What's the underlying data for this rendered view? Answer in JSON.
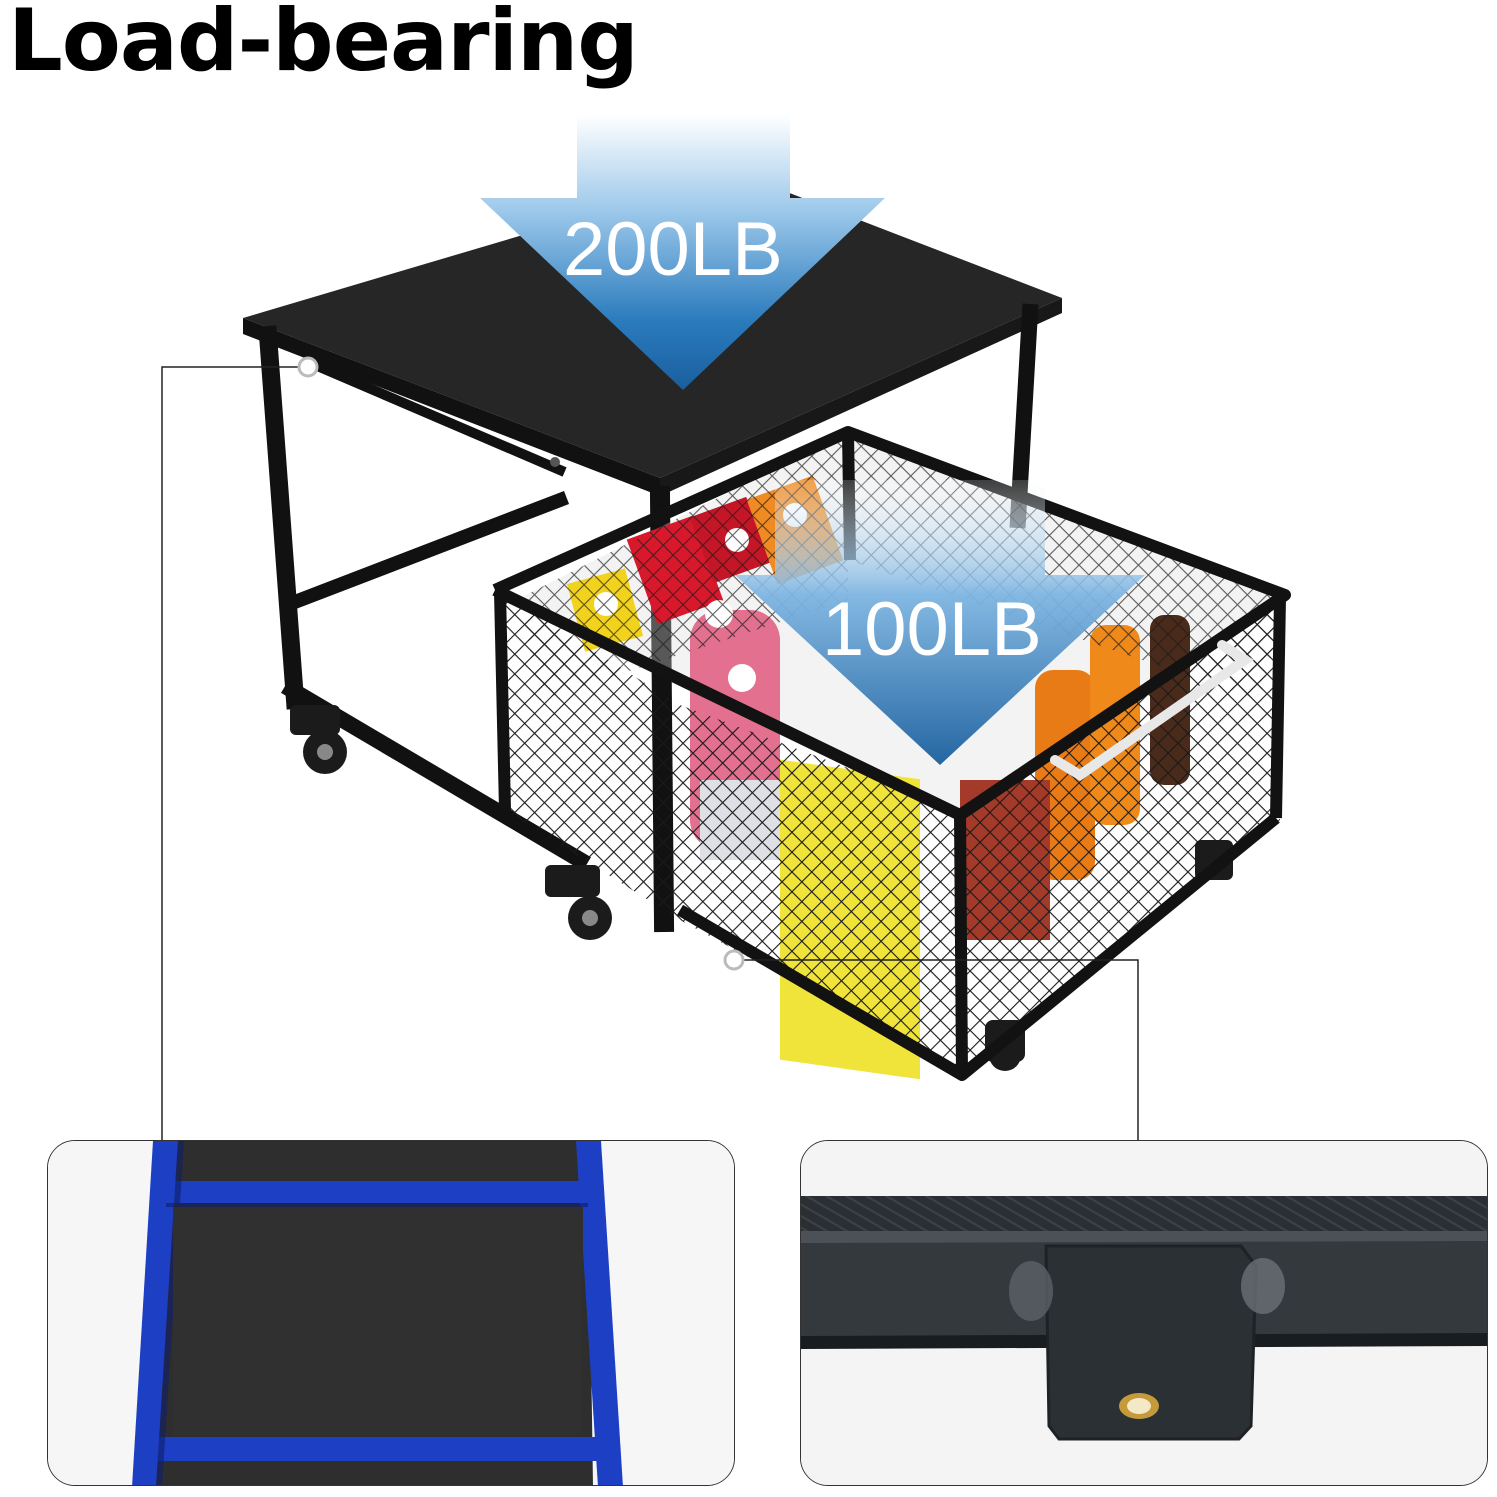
{
  "header": {
    "title": "Load-bearing"
  },
  "loads": {
    "top": "200LB",
    "drawer": "100LB"
  },
  "colors": {
    "arrow_blue": "#1f6fb0",
    "arrow_light": "#dfeefa",
    "frame_black": "#1c1c1c",
    "highlight_blue": "#1d3fc4"
  },
  "callouts": {
    "left_detail": "frame-support-detail",
    "right_detail": "drawer-bracket-detail"
  }
}
